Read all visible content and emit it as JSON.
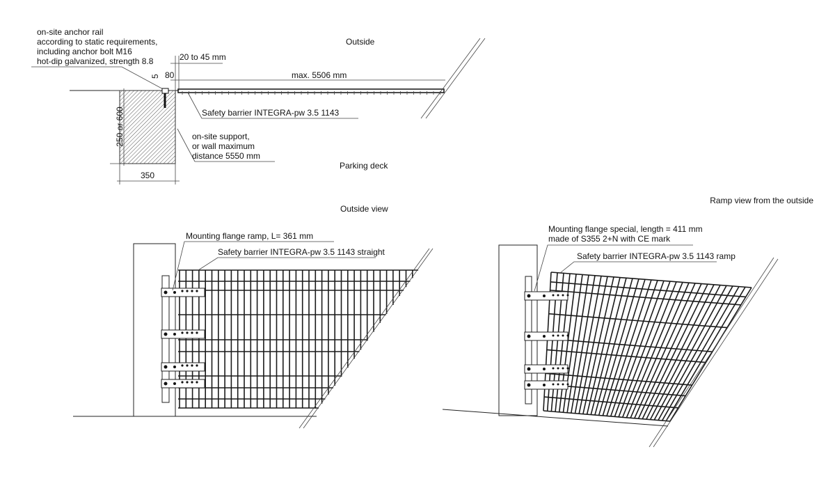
{
  "plan_view": {
    "heading_outside": "Outside",
    "heading_parking": "Parking deck",
    "anchor_note": [
      "on-site anchor rail",
      "according to static requirements,",
      "including anchor bolt M16",
      "hot-dip galvanized, strength 8.8"
    ],
    "dim_gap": "20 to 45 mm",
    "dim_5": "5",
    "dim_80": "80",
    "dim_length": "max. 5506 mm",
    "barrier_label": "Safety barrier INTEGRA-pw 3.5 1143",
    "support_note": [
      "on-site support,",
      "or wall maximum",
      "distance 5550 mm"
    ],
    "dim_height": "250 or 600",
    "dim_width": "350"
  },
  "outside_view": {
    "title": "Outside view",
    "flange_label": "Mounting flange ramp, L= 361 mm",
    "barrier_label": "Safety barrier INTEGRA-pw 3.5 1143 straight"
  },
  "ramp_view": {
    "title": "Ramp view from the outside",
    "flange_label": [
      "Mounting flange special, length = 411 mm",
      "made of S355 2+N with CE mark"
    ],
    "barrier_label": "Safety barrier INTEGRA-pw 3.5 1143 ramp"
  }
}
